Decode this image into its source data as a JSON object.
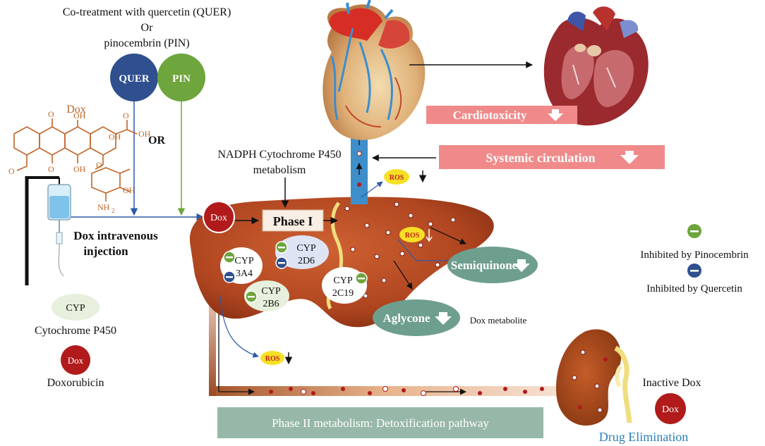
{
  "cotreatment": {
    "line1": "Co-treatment with quercetin (QUER)",
    "line2": "Or",
    "line3": "pinocembrin (PIN)",
    "quer": "QUER",
    "pin": "PIN",
    "or": "OR"
  },
  "dox_label": "Dox",
  "molecule": {
    "oh": "OH",
    "o": "O",
    "nh2": "NH",
    "nh2_sub": "2"
  },
  "injection": {
    "line1": "Dox intravenous",
    "line2": "injection"
  },
  "nadph": {
    "line1": "NADPH Cytochrome P450",
    "line2": "metabolism"
  },
  "phase1": "Phase I",
  "dox_node": "Dox",
  "cyp": {
    "cyp3a4": {
      "line1": "CYP",
      "line2": "3A4"
    },
    "cyp2d6": {
      "line1": "CYP",
      "line2": "2D6"
    },
    "cyp2b6": {
      "line1": "CYP",
      "line2": "2B6"
    },
    "cyp2c19": {
      "line1": "CYP",
      "line2": "2C19"
    }
  },
  "ros": "ROS",
  "outcomes": {
    "cardiotoxicity": "Cardiotoxicity",
    "systemic": "Systemic circulation",
    "semiquinone": "Semiquinone",
    "aglycone": "Aglycone",
    "dox_metabolite": "Dox metabolite"
  },
  "legend": {
    "cyp": "CYP",
    "cyp_text": "Cytochrome P450",
    "dox": "Dox",
    "dox_text": "Doxorubicin",
    "pinocembrin": "Inhibited by Pinocembrin",
    "quercetin": "Inhibited by Quercetin"
  },
  "phase2": "Phase II metabolism: Detoxification pathway",
  "kidney": {
    "inactive": "Inactive Dox",
    "dox": "Dox",
    "elimination": "Drug Elimination"
  },
  "colors": {
    "quer_blue": "#2f4f8f",
    "pin_green": "#6ea53c",
    "dox_red": "#b11b1b",
    "salmon": "#f08a8a",
    "teal_box": "#6e9e8e",
    "liver": "#b4471f",
    "phase2_box": "#97b8a8"
  }
}
